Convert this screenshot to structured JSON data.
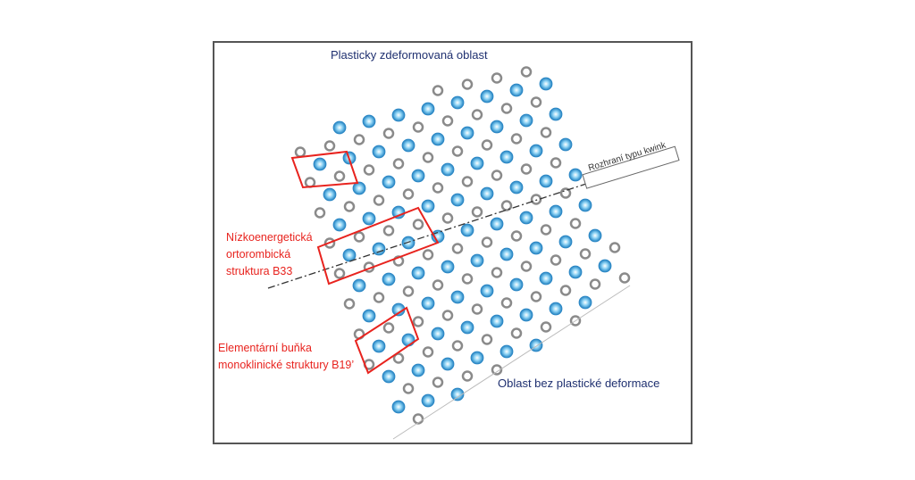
{
  "title_top": "Plasticky zdeformovaná oblast",
  "title_bottom": "Oblast bez plastické deformace",
  "interface_label": "Rozhraní typu kwink",
  "label_b33": [
    "Nízkoenergetická",
    "ortorombická",
    "struktura B33"
  ],
  "label_b19": [
    "Elementární buňka",
    "monoklinické struktury B19’"
  ],
  "colors": {
    "blue_atom": "#3aa7dc",
    "grey_atom": "#8a8a8a",
    "cell": "#e8231e",
    "text_blue": "#1f3070"
  }
}
